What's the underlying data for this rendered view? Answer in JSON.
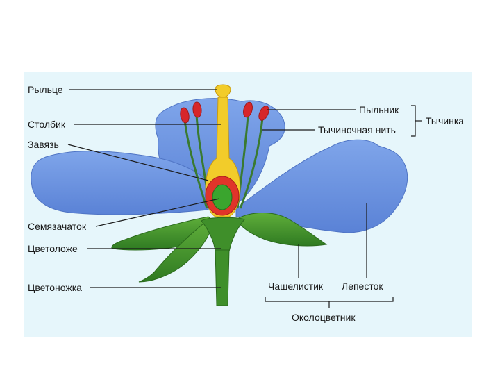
{
  "labels": {
    "stigma": "Рыльце",
    "style": "Столбик",
    "ovary": "Завязь",
    "ovule": "Семязачаток",
    "receptacle": "Цветоложе",
    "pedicel": "Цветоножка",
    "anther": "Пыльник",
    "filament": "Тычиночная нить",
    "stamen": "Тычинка",
    "sepal": "Чашелистик",
    "petal": "Лепесток",
    "perianth": "Околоцветник"
  },
  "colors": {
    "background_panel": "#e6f6fb",
    "petal": "#6e95e0",
    "leaf": "#3f8f2a",
    "pistil": "#f2cc2a",
    "ovary_wall": "#e0342a",
    "ovule": "#3aa52e",
    "anther": "#d7262a",
    "line": "#1a1a1a"
  }
}
